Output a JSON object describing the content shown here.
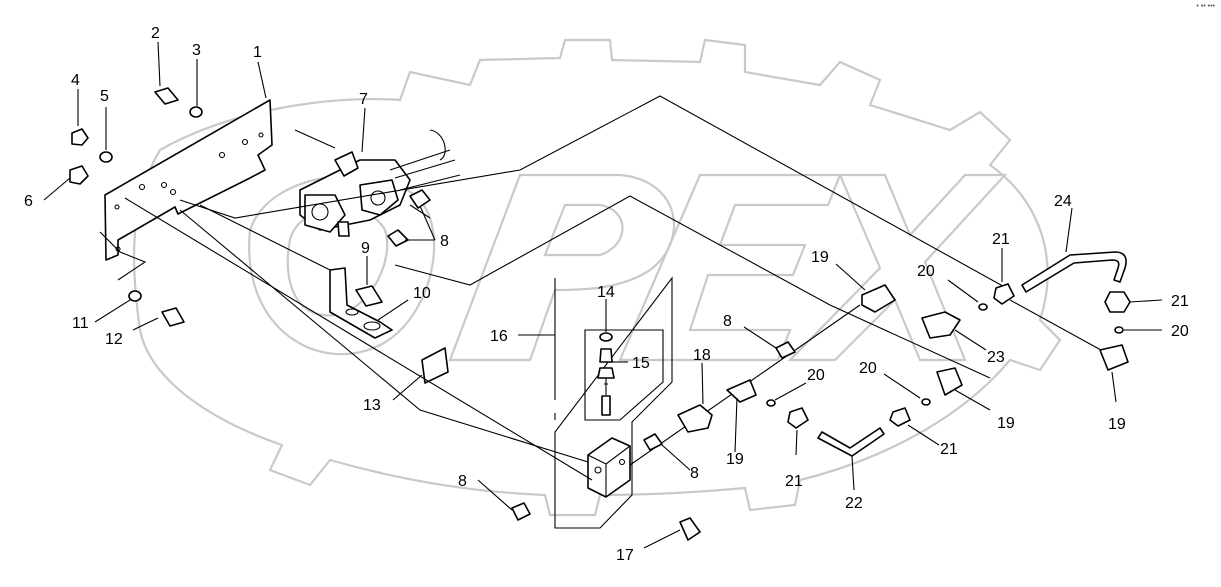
{
  "corner_mark": "• •• •••",
  "callouts": [
    {
      "id": "c1",
      "text": "1"
    },
    {
      "id": "c2",
      "text": "2"
    },
    {
      "id": "c3",
      "text": "3"
    },
    {
      "id": "c4",
      "text": "4"
    },
    {
      "id": "c5",
      "text": "5"
    },
    {
      "id": "c6",
      "text": "6"
    },
    {
      "id": "c7",
      "text": "7"
    },
    {
      "id": "c8a",
      "text": "8"
    },
    {
      "id": "c9",
      "text": "9"
    },
    {
      "id": "c10",
      "text": "10"
    },
    {
      "id": "c11",
      "text": "11"
    },
    {
      "id": "c12",
      "text": "12"
    },
    {
      "id": "c13",
      "text": "13"
    },
    {
      "id": "c14",
      "text": "14"
    },
    {
      "id": "c15",
      "text": "15"
    },
    {
      "id": "c16",
      "text": "16"
    },
    {
      "id": "c17",
      "text": "17"
    },
    {
      "id": "c18",
      "text": "18"
    },
    {
      "id": "c19a",
      "text": "19"
    },
    {
      "id": "c19b",
      "text": "19"
    },
    {
      "id": "c19c",
      "text": "19"
    },
    {
      "id": "c19d",
      "text": "19"
    },
    {
      "id": "c20a",
      "text": "20"
    },
    {
      "id": "c20b",
      "text": "20"
    },
    {
      "id": "c20c",
      "text": "20"
    },
    {
      "id": "c20d",
      "text": "20"
    },
    {
      "id": "c21a",
      "text": "21"
    },
    {
      "id": "c21b",
      "text": "21"
    },
    {
      "id": "c21c",
      "text": "21"
    },
    {
      "id": "c21d",
      "text": "21"
    },
    {
      "id": "c22",
      "text": "22"
    },
    {
      "id": "c23",
      "text": "23"
    },
    {
      "id": "c24",
      "text": "24"
    },
    {
      "id": "c8b",
      "text": "8"
    },
    {
      "id": "c8c",
      "text": "8"
    },
    {
      "id": "c8d",
      "text": "8"
    }
  ]
}
